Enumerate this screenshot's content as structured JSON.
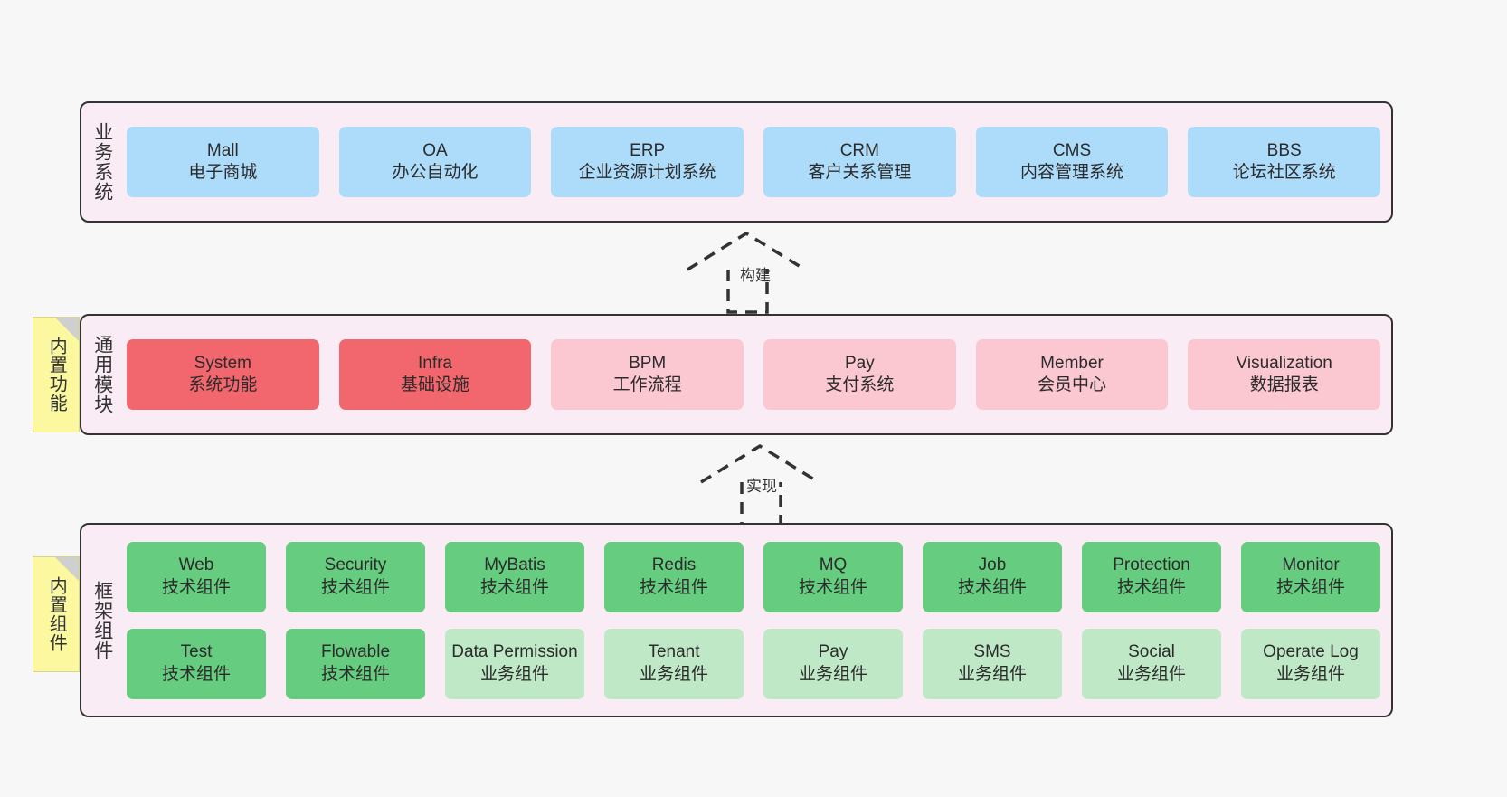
{
  "layers": {
    "business": {
      "label": "业务系统",
      "cards": [
        {
          "en": "Mall",
          "cn": "电子商城",
          "color": "#addcfb"
        },
        {
          "en": "OA",
          "cn": "办公自动化",
          "color": "#addcfb"
        },
        {
          "en": "ERP",
          "cn": "企业资源计划系统",
          "color": "#addcfb"
        },
        {
          "en": "CRM",
          "cn": "客户关系管理",
          "color": "#addcfb"
        },
        {
          "en": "CMS",
          "cn": "内容管理系统",
          "color": "#addcfb"
        },
        {
          "en": "BBS",
          "cn": "论坛社区系统",
          "color": "#addcfb"
        }
      ]
    },
    "common": {
      "label": "通用模块",
      "note": "内置功能",
      "cards": [
        {
          "en": "System",
          "cn": "系统功能",
          "color": "#f2676d"
        },
        {
          "en": "Infra",
          "cn": "基础设施",
          "color": "#f2676d"
        },
        {
          "en": "BPM",
          "cn": "工作流程",
          "color": "#fbc8d2"
        },
        {
          "en": "Pay",
          "cn": "支付系统",
          "color": "#fbc8d2"
        },
        {
          "en": "Member",
          "cn": "会员中心",
          "color": "#fbc8d2"
        },
        {
          "en": "Visualization",
          "cn": "数据报表",
          "color": "#fbc8d2"
        }
      ]
    },
    "framework": {
      "label": "框架组件",
      "note": "内置组件",
      "row1": [
        {
          "en": "Web",
          "cn": "技术组件",
          "color": "#66cc7f"
        },
        {
          "en": "Security",
          "cn": "技术组件",
          "color": "#66cc7f"
        },
        {
          "en": "MyBatis",
          "cn": "技术组件",
          "color": "#66cc7f"
        },
        {
          "en": "Redis",
          "cn": "技术组件",
          "color": "#66cc7f"
        },
        {
          "en": "MQ",
          "cn": "技术组件",
          "color": "#66cc7f"
        },
        {
          "en": "Job",
          "cn": "技术组件",
          "color": "#66cc7f"
        },
        {
          "en": "Protection",
          "cn": "技术组件",
          "color": "#66cc7f"
        },
        {
          "en": "Monitor",
          "cn": "技术组件",
          "color": "#66cc7f"
        }
      ],
      "row2": [
        {
          "en": "Test",
          "cn": "技术组件",
          "color": "#66cc7f"
        },
        {
          "en": "Flowable",
          "cn": "技术组件",
          "color": "#66cc7f"
        },
        {
          "en": "Data Permission",
          "cn": "业务组件",
          "color": "#bfe8c6"
        },
        {
          "en": "Tenant",
          "cn": "业务组件",
          "color": "#bfe8c6"
        },
        {
          "en": "Pay",
          "cn": "业务组件",
          "color": "#bfe8c6"
        },
        {
          "en": "SMS",
          "cn": "业务组件",
          "color": "#bfe8c6"
        },
        {
          "en": "Social",
          "cn": "业务组件",
          "color": "#bfe8c6"
        },
        {
          "en": "Operate Log",
          "cn": "业务组件",
          "color": "#bfe8c6"
        }
      ]
    }
  },
  "connectors": {
    "build": "构建",
    "implement": "实现"
  },
  "colors": {
    "panel_background": "#faecf5",
    "panel_border": "#333333",
    "page_background": "#f7f7f7",
    "sticky_note": "#fbf8a0",
    "business_card": "#addcfb",
    "common_primary_card": "#f2676d",
    "common_secondary_card": "#fbc8d2",
    "framework_tech_card": "#66cc7f",
    "framework_business_card": "#bfe8c6"
  }
}
